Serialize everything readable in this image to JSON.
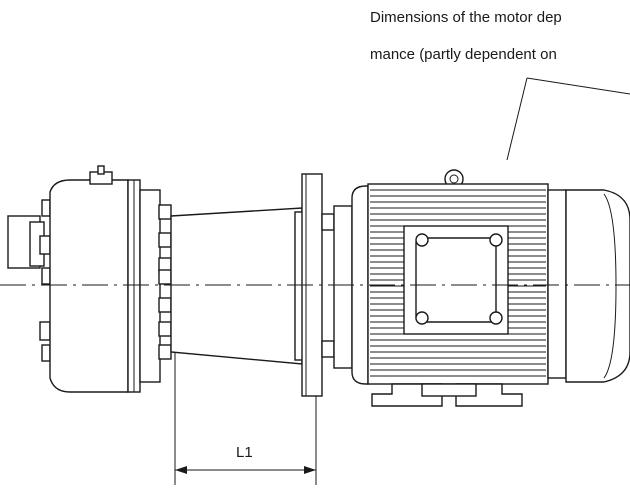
{
  "annotation": {
    "line1": "Dimensions of the motor dep",
    "line2": "mance (partly dependent on"
  },
  "dimension": {
    "label": "L1"
  },
  "colors": {
    "line": "#1a1a1a",
    "background": "#ffffff"
  }
}
